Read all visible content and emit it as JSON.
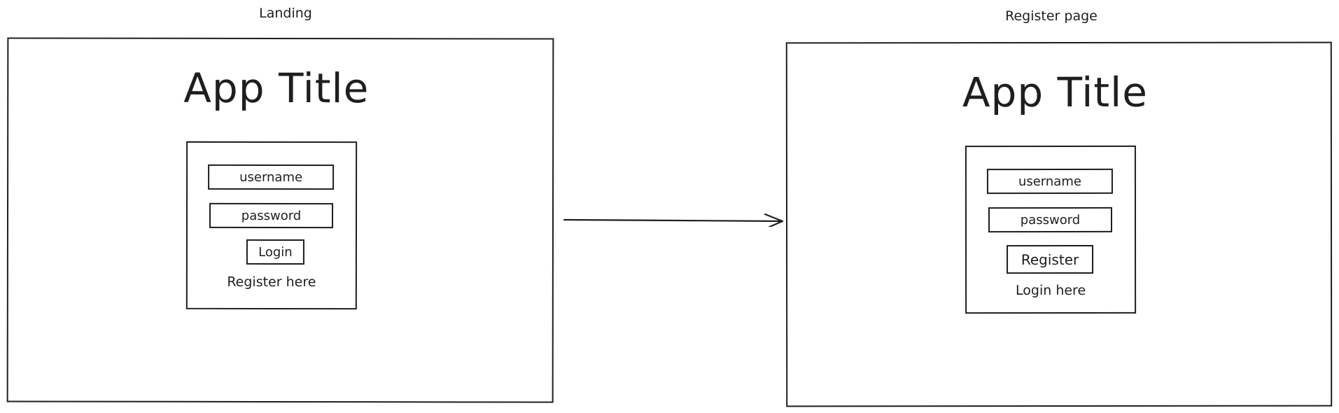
{
  "screens": [
    {
      "caption": "Landing",
      "app_title": "App Title",
      "username_field": "username",
      "password_field": "password",
      "primary_button": "Login",
      "footer_link": "Register here"
    },
    {
      "caption": "Register page",
      "app_title": "App Title",
      "username_field": "username",
      "password_field": "password",
      "primary_button": "Register",
      "footer_link": "Login here"
    }
  ],
  "colors": {
    "stroke": "#1e1e1e",
    "background": "#ffffff"
  }
}
